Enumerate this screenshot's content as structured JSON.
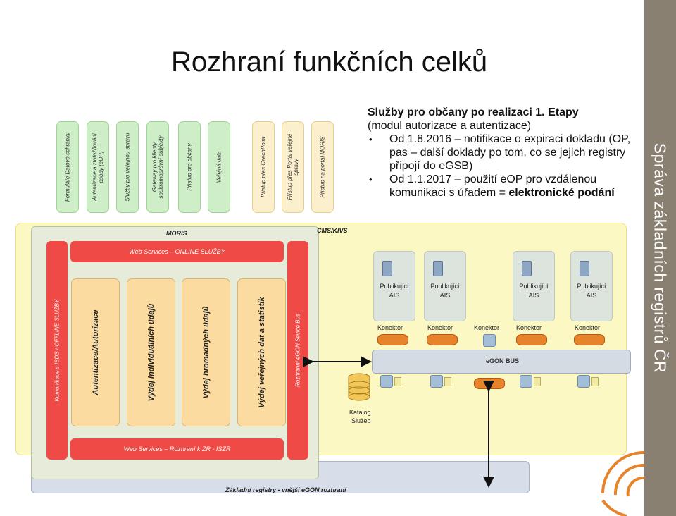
{
  "sidebar": {
    "text": "Správa základních registrů ČR"
  },
  "title": "Rozhraní funkčních celků",
  "diagram": {
    "top_green": [
      "Formuláře Datové schránky",
      "Autentizace a ztotožňování osoby (eOP)",
      "Služby pro veřejnou správu",
      "Gateway pro klienty soukromoprávní subjekty",
      "Přístup pro občany",
      "Veřejná data"
    ],
    "top_yellow": [
      "Přístup přes CzechPoint",
      "Přístup přes Portál veřejné správy",
      "Přístup na portál MORIS"
    ],
    "cms_label": "CMS/KIVS",
    "moris_label": "MORIS",
    "ws_online": "Web Services – ONLINE SLUŽBY",
    "ws_zr": "Web Services – Rozhraní k ZR - ISZR",
    "left_vertical": "Komunikace s ISDS / OFFLINE SLUŽBY",
    "right_vertical": "Rozhranní eGON Sevice Bus",
    "orange_blocks": [
      "Autentizace/Autorizace",
      "Výdej individuálních údajů",
      "Výdej hromadných údajů",
      "Výdej veřejných dat a statistik"
    ],
    "ais_line1": "Publikující",
    "ais_line2": "AIS",
    "konektor": "Konektor",
    "egon_bus": "eGON BUS",
    "katalog_line1": "Katalog",
    "katalog_line2": "Služeb",
    "zr_label": "Základní registry - vnější eGON rozhraní"
  },
  "bullets": {
    "heading": "Služby pro občany po realizaci 1. Etapy",
    "subheading": "(modul autorizace a autentizace)",
    "items": [
      {
        "lead": "Od 1.8.2016 – notifikace o expiraci dokladu (OP, pas – další doklady po tom, co se jejich registry připojí do eGSB)",
        "strong": ""
      },
      {
        "lead": "Od 1.1.2017 – použití eOP pro vzdálenou komunikaci s úřadem = ",
        "strong": "elektronické podání"
      }
    ]
  },
  "colors": {
    "sidebar": "#8a8072",
    "red": "#ef4a45",
    "orange": "#fbdba0",
    "cms": "#fbf8c4",
    "accent_orange": "#e7832a"
  }
}
